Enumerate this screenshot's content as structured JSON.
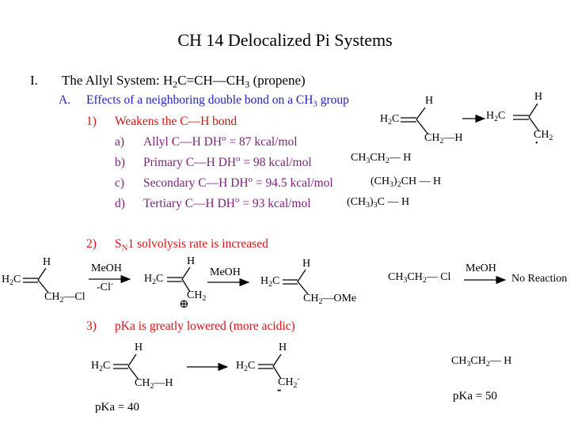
{
  "title": "CH 14 Delocalized Pi Systems",
  "outline": {
    "i_num": "I.",
    "i_text_pre": "The Allyl System: H",
    "i_sub1": "2",
    "i_text_mid": "C=CH—CH",
    "i_sub2": "3",
    "i_text_post": "  (propene)",
    "a_num": "A.",
    "a_text_pre": "Effects of a neighboring double bond on a CH",
    "a_sub": "3",
    "a_text_post": " group",
    "p1_num": "1)",
    "p1_text": "Weakens the C—H bond",
    "items": [
      {
        "num": "a)",
        "pre": "Allyl C—H DH",
        "sup": "o",
        "post": " = 87 kcal/mol"
      },
      {
        "num": "b)",
        "pre": "Primary C—H DH",
        "sup": "o",
        "post": " = 98 kcal/mol"
      },
      {
        "num": "c)",
        "pre": "Secondary C—H DH",
        "sup": "o",
        "post": " = 94.5 kcal/mol"
      },
      {
        "num": "d)",
        "pre": "Tertiary C—H DH",
        "sup": "o",
        "post": " = 93 kcal/mol"
      }
    ],
    "p2_num": "2)",
    "p2_pre": "S",
    "p2_sub": "N",
    "p2_post": "1 solvolysis rate is increased",
    "p3_num": "3)",
    "p3_text": "pKa is greatly lowered (more acidic)"
  },
  "chem": {
    "h": "H",
    "h2c": "H",
    "two": "2",
    "c": "C",
    "ch": "CH",
    "ch2h_tail": "—H",
    "cl_tail": "—Cl",
    "ome_tail": "—OMe",
    "dot": "•",
    "plus": "⊕",
    "lonepair": "••",
    "minus": "-",
    "meoh": "MeOH",
    "minus_cl": "-Cl",
    "cl_minus_sup": "-",
    "primary_pre": "CH",
    "primary_mid": "CH",
    "primary_post": "— H",
    "secondary_pre": "(CH",
    "secondary_post": ")",
    "secondary_tail": "CH — H",
    "tertiary_pre": "(CH",
    "tertiary_post": ")",
    "tertiary_tail": "C — H",
    "three": "3",
    "ethyl_cl_tail": "— Cl",
    "no_reaction": "No Reaction",
    "ethane_tail": "— H",
    "pka40": "pKa = 40",
    "pka50": "pKa = 50"
  }
}
